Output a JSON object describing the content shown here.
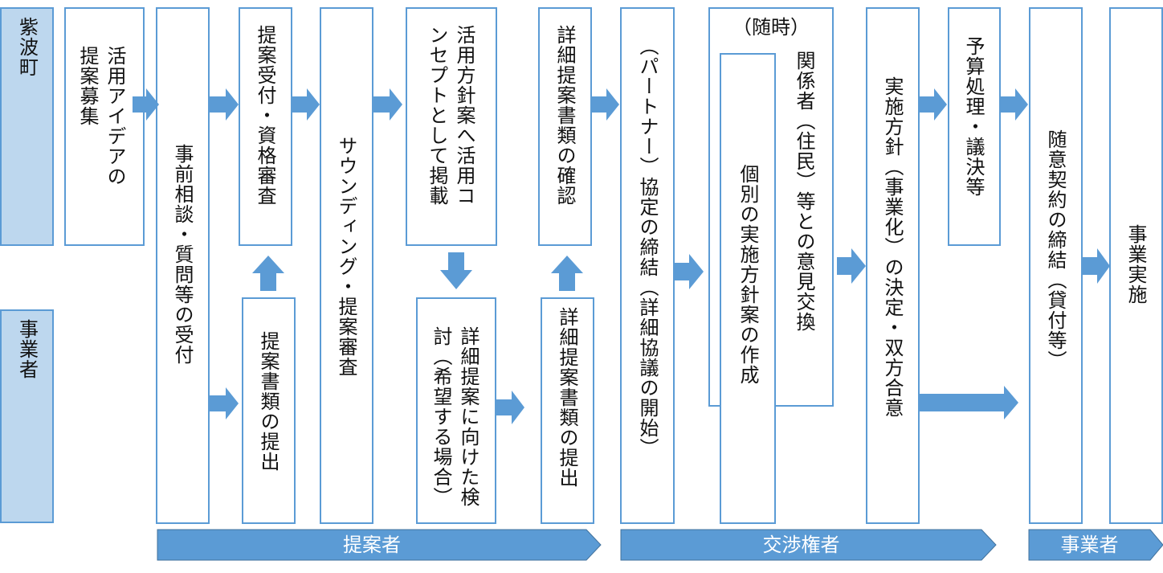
{
  "lanes": {
    "town": "紫波町",
    "operator": "事業者"
  },
  "boxes": {
    "solicit": "活用アイデアの\n提案募集",
    "pre_consult": "事前相談・質問等の受付",
    "receive_qualify": "提案受付・資格審査",
    "submit_docs": "提案書類の提出",
    "sounding": "サウンディング・提案審査",
    "publish_concept": "活用方針案へ活用コ\nンセプトとして掲載",
    "detail_study": "詳細提案に向けた検\n討（希望する場合）",
    "confirm_docs": "詳細提案書類の確認",
    "submit_detail_docs": "詳細提案書類の提出",
    "partner": "（パートナー）協定の締結（詳細協議の開始）",
    "as_needed": "（随時）",
    "stakeholders": "関係者（住民）等との意見交換",
    "individual_plan": "個別の実施方針案の作成",
    "policy_decision": "実施方針（事業化）の決定・双方合意",
    "budget": "予算処理・議決等",
    "contract": "随意契約の締結（貸付等）",
    "implementation": "事業実施"
  },
  "bands": {
    "proposer": "提案者",
    "negotiator": "交渉権者",
    "operator": "事業者"
  },
  "colors": {
    "arrow": "#5b9bd5",
    "box_border": "#5b9bd5",
    "lane_fill": "#bdd7ee"
  }
}
